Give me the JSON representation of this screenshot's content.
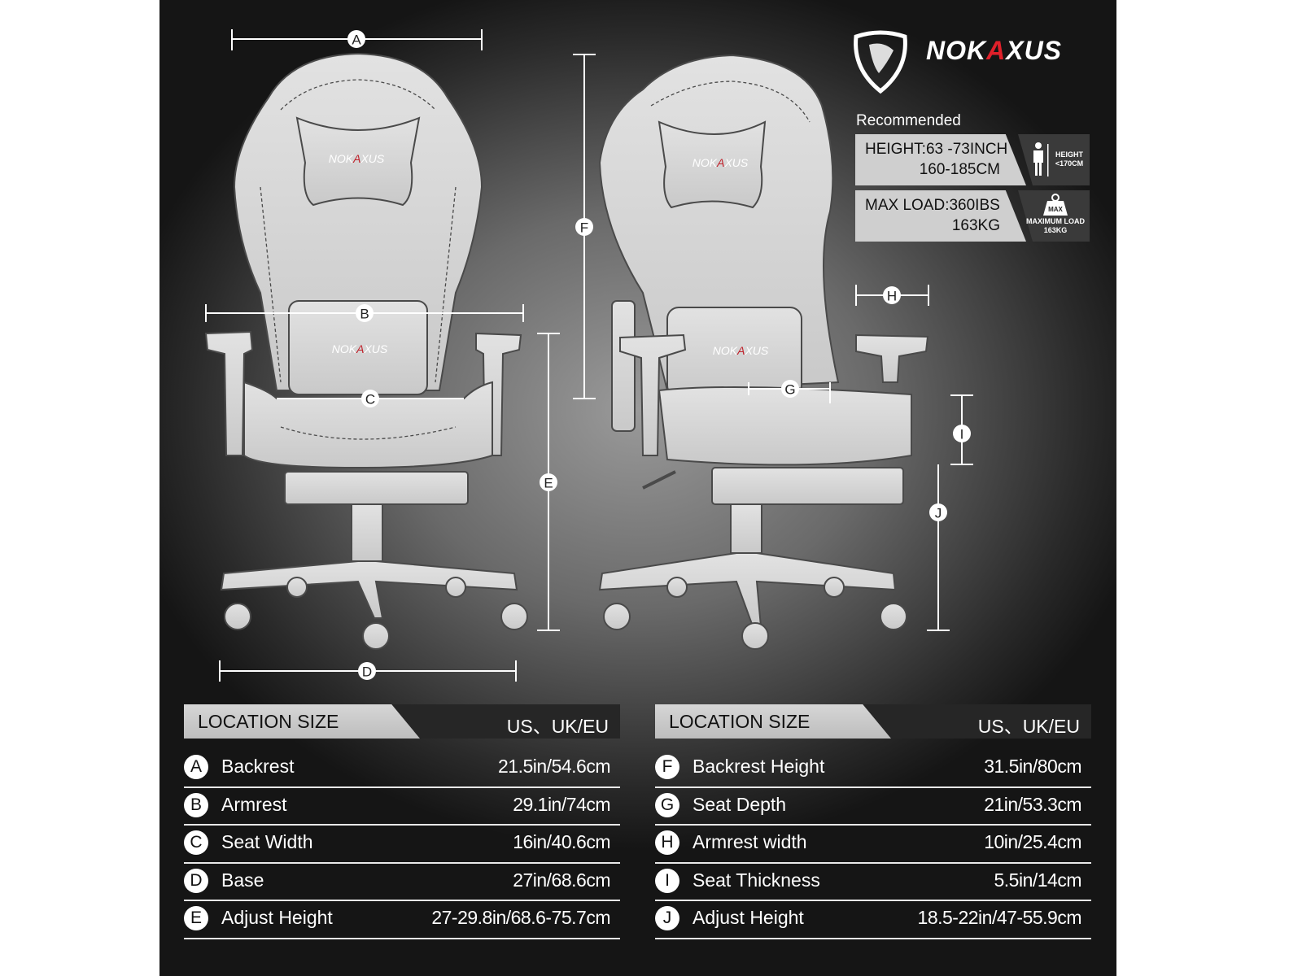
{
  "brand": {
    "name_pre": "NOK",
    "name_accent": "A",
    "name_post": "XUS",
    "accent_color": "#e0202a"
  },
  "recommended": {
    "title": "Recommended",
    "height": {
      "line1": "HEIGHT:63 -73INCH",
      "line2": "160-185CM",
      "icon_label1": "HEIGHT",
      "icon_label2": "<170CM"
    },
    "load": {
      "line1": "MAX LOAD:360IBS",
      "line2": "163KG",
      "icon_badge": "MAX",
      "icon_label1": "MAXIMUM LOAD",
      "icon_label2": "163KG"
    }
  },
  "markers": [
    "A",
    "B",
    "C",
    "D",
    "E",
    "F",
    "G",
    "H",
    "I",
    "J"
  ],
  "chair_logo_text": "NOKAXUS",
  "tables": [
    {
      "header_left": "LOCATION SIZE",
      "header_right": "US、UK/EU",
      "rows": [
        {
          "letter": "A",
          "name": "Backrest",
          "value": "21.5in/54.6cm"
        },
        {
          "letter": "B",
          "name": "Armrest",
          "value": "29.1in/74cm"
        },
        {
          "letter": "C",
          "name": "Seat Width",
          "value": "16in/40.6cm"
        },
        {
          "letter": "D",
          "name": "Base",
          "value": "27in/68.6cm"
        },
        {
          "letter": "E",
          "name": "Adjust Height",
          "value": "27-29.8in/68.6-75.7cm"
        }
      ]
    },
    {
      "header_left": "LOCATION SIZE",
      "header_right": "US、UK/EU",
      "rows": [
        {
          "letter": "F",
          "name": "Backrest Height",
          "value": "31.5in/80cm"
        },
        {
          "letter": "G",
          "name": "Seat Depth",
          "value": "21in/53.3cm"
        },
        {
          "letter": "H",
          "name": "Armrest width",
          "value": "10in/25.4cm"
        },
        {
          "letter": "I",
          "name": "Seat Thickness",
          "value": "5.5in/14cm"
        },
        {
          "letter": "J",
          "name": "Adjust Height",
          "value": "18.5-22in/47-55.9cm"
        }
      ]
    }
  ]
}
